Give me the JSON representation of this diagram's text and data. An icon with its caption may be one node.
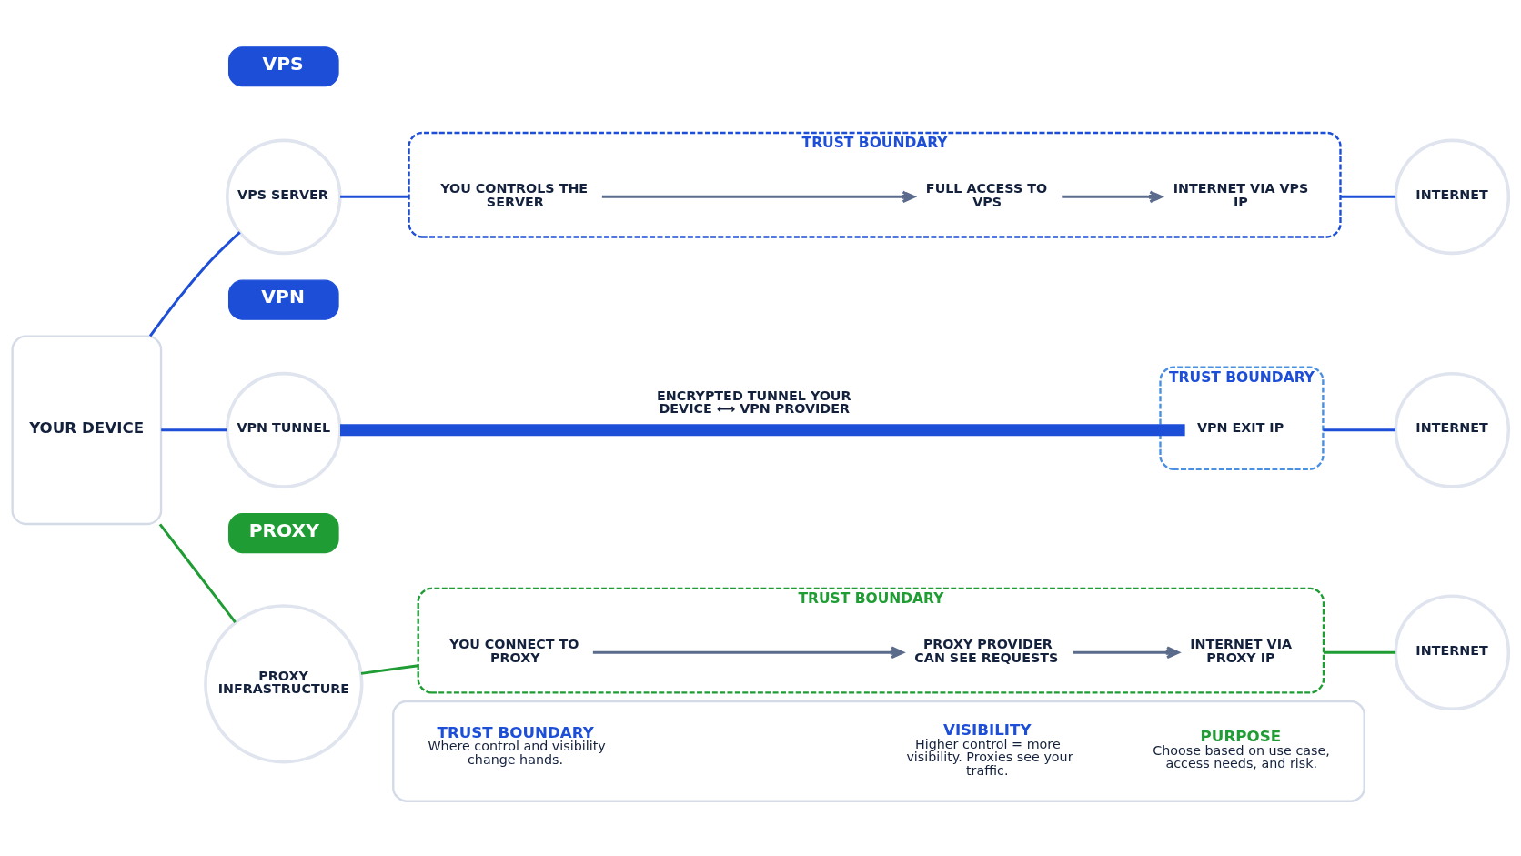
{
  "diagram": {
    "nodes": [
      {
        "text": [
          "YOUR DEVICE"
        ]
      },
      {
        "text": [
          "VPS"
        ]
      },
      {
        "text": [
          "VPS SERVER"
        ]
      },
      {
        "text": [
          "TRUST BOUNDARY"
        ]
      },
      {
        "text": [
          "YOU CONTROLS THE SERVER"
        ],
        "in": 3
      },
      {
        "text": [
          "FULL ACCESS TO VPS"
        ],
        "in": 3
      },
      {
        "text": [
          "INTERNET VIA VPS IP"
        ],
        "in": 3
      },
      {
        "text": [
          "INTERNET"
        ]
      },
      {
        "text": [
          "VPN"
        ]
      },
      {
        "text": [
          "VPN TUNNEL"
        ]
      },
      {
        "text": [
          "TRUST BOUNDARY"
        ]
      },
      {
        "text": [
          "VPN EXIT IP"
        ],
        "in": 10
      },
      {
        "text": [
          "INTERNET"
        ]
      },
      {
        "text": [
          "PROXY"
        ]
      },
      {
        "text": [
          "PROXY INFRASTRUCTURE"
        ]
      },
      {
        "text": [
          "TRUST BOUNDARY"
        ]
      },
      {
        "text": [
          "YOU CONNECT TO PROXY"
        ],
        "in": 15
      },
      {
        "text": [
          "PROXY PROVIDER CAN SEE REQUESTS"
        ],
        "in": 15
      },
      {
        "text": [
          "INTERNET VIA PROXY IP"
        ],
        "in": 15
      },
      {
        "text": [
          "INTERNET"
        ]
      },
      {
        "text": [],
        "shape": "box"
      },
      {
        "text": [
          "TRUST BOUNDARY",
          "Where control and visibility change hands."
        ],
        "in": 20
      },
      {
        "text": [
          "VISIBILITY",
          "Higher control = more visibility. Proxies see your traffic."
        ],
        "in": 20
      },
      {
        "text": [
          "PURPOSE",
          "Choose based on use case, access needs, and risk."
        ],
        "in": 20
      }
    ],
    "edges": [
      {
        "from": 0,
        "to": 2,
        "arrow": "none"
      },
      {
        "from": 0,
        "to": 9,
        "arrow": "none"
      },
      {
        "from": 0,
        "to": 14,
        "arrow": "none",
        "color": "#1f9d34"
      },
      {
        "from": 2,
        "to": 3,
        "arrow": "none"
      },
      {
        "from": 4,
        "to": 5,
        "arrow": "to",
        "color": "#5b6b8c"
      },
      {
        "from": 5,
        "to": 6,
        "arrow": "to",
        "color": "#5b6b8c"
      },
      {
        "from": 3,
        "to": 7,
        "arrow": "none"
      },
      {
        "from": 9,
        "to": 11,
        "arrow": "none",
        "style": "thick",
        "label": "ENCRYPTED TUNNEL YOUR DEVICE ⟷ VPN PROVIDER"
      },
      {
        "from": 10,
        "to": 12,
        "arrow": "none"
      },
      {
        "from": 14,
        "to": 15,
        "arrow": "none",
        "color": "#1f9d34"
      },
      {
        "from": 16,
        "to": 17,
        "arrow": "to",
        "color": "#5b6b8c"
      },
      {
        "from": 17,
        "to": 18,
        "arrow": "to",
        "color": "#5b6b8c"
      },
      {
        "from": 15,
        "to": 19,
        "arrow": "none",
        "color": "#1f9d34"
      }
    ]
  }
}
